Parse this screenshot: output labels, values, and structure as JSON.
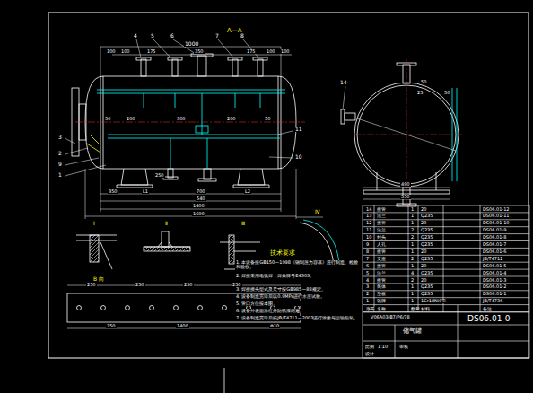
{
  "diagram": {
    "labels": [
      "A—A",
      "4",
      "5",
      "6",
      "7",
      "8",
      "1000",
      "100",
      "100",
      "175",
      "350",
      "175",
      "100",
      "100",
      "50",
      "200",
      "300",
      "200",
      "50",
      "3",
      "2",
      "9",
      "1",
      "11",
      "10",
      "250",
      "350",
      "L1",
      "L2",
      "700",
      "540",
      "1400",
      "1600",
      "14",
      "50",
      "50",
      "25",
      "490",
      "550",
      "Ⅰ",
      "Ⅱ",
      "Ⅲ",
      "Ⅳ",
      "技术要求",
      "1. 本设备按GB150—1998《钢制压力容器》进行制造、检验和验收。",
      "2. 焊接采用电弧焊，焊条牌号E4303。",
      "3. 焊接接头型式及尺寸按GB985—88规定。",
      "4. 设备制造完毕后以0.9MPa进行水压试验。",
      "5. 管口方位按本图。",
      "6. 设备外表面涂红丹防锈漆两遍。",
      "7. 设备制造完毕后按JB/T4711—2003进行涂敷与运输包装。",
      "B 向",
      "250",
      "250",
      "250",
      "250",
      "350",
      "Φ10",
      "1400",
      "14",
      "接管",
      "1",
      "20",
      "DS06.01-12",
      "13",
      "法兰",
      "1",
      "Q235",
      "DS06.01-11",
      "12",
      "接管",
      "1",
      "20",
      "DS06.01-10",
      "11",
      "法兰",
      "2",
      "Q235",
      "DS06.01-9",
      "10",
      "封头",
      "2",
      "Q235",
      "DS06.01-8",
      "9",
      "人孔",
      "1",
      "Q235",
      "DS06.01-7",
      "8",
      "接管",
      "1",
      "20",
      "DS06.01-6",
      "7",
      "支座",
      "2",
      "Q235",
      "JB/T4712",
      "6",
      "接管",
      "1",
      "20",
      "DS06.01-5",
      "5",
      "法兰",
      "4",
      "Q235",
      "DS06.01-4",
      "4",
      "接管",
      "2",
      "20",
      "DS06.01-3",
      "3",
      "筒体",
      "1",
      "Q235",
      "DS06.01-2",
      "2",
      "垫板",
      "1",
      "Q235",
      "DS06.01-1",
      "1",
      "铭牌",
      "1",
      "1Cr18Ni9Ti",
      "JB/T4736",
      "序号",
      "名称",
      "数量",
      "材料",
      "备注",
      "DS06.01-0",
      "储气罐",
      "V06A03-B7/P6/78",
      "比例",
      "1:10",
      "设计",
      "审核"
    ]
  }
}
